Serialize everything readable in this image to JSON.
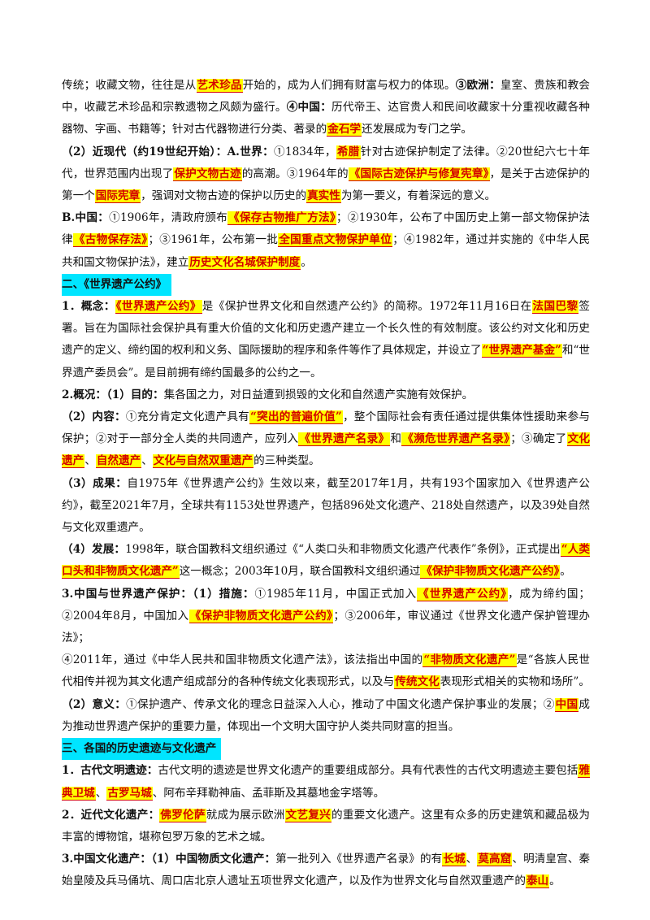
{
  "document": {
    "blocks": [
      {
        "kind": "p",
        "runs": [
          {
            "t": "传统；收藏文物，往往是从"
          },
          {
            "t": "艺术珍品",
            "s": "hl"
          },
          {
            "t": "开始的，成为人们拥有财富与权力的体现。"
          },
          {
            "t": "③欧洲：",
            "s": "b"
          },
          {
            "t": "皇室、贵族和教会中，收藏艺术珍品和宗教遗物之风颇为盛行。"
          },
          {
            "t": "④中国：",
            "s": "b"
          },
          {
            "t": "历代帝王、达官贵人和民间收藏家十分重视收藏各种器物、字画、书籍等；针对古代器物进行分类、著录的"
          },
          {
            "t": "金石学",
            "s": "hl"
          },
          {
            "t": "还发展成为专门之学。"
          }
        ]
      },
      {
        "kind": "p",
        "runs": [
          {
            "t": "（2）近现代（约19世纪开始）：A.世界：",
            "s": "b"
          },
          {
            "t": "①1834年，"
          },
          {
            "t": "希腊",
            "s": "hl"
          },
          {
            "t": "针对古迹保护制定了法律。②20世纪六七十年代，世界范围内出现了"
          },
          {
            "t": "保护文物古迹",
            "s": "hl"
          },
          {
            "t": "的高潮。③1964年的"
          },
          {
            "t": "《国际古迹保护与修复宪章》",
            "s": "hl"
          },
          {
            "t": "，是关于古迹保护的第一个"
          },
          {
            "t": "国际宪章",
            "s": "hl"
          },
          {
            "t": "，强调对文物古迹的保护以历史的"
          },
          {
            "t": "真实性",
            "s": "hl"
          },
          {
            "t": "为第一要义，有着深远的意义。"
          }
        ]
      },
      {
        "kind": "p",
        "runs": [
          {
            "t": "B.中国：",
            "s": "b"
          },
          {
            "t": "①1906年，清政府颁布"
          },
          {
            "t": "《保存古物推广方法》",
            "s": "hl"
          },
          {
            "t": "；②1930年，公布了中国历史上第一部文物保护法律"
          },
          {
            "t": "《古物保存法》",
            "s": "hl"
          },
          {
            "t": "；③1961年，公布第一批"
          },
          {
            "t": "全国重点文物保护单位",
            "s": "hl"
          },
          {
            "t": "；④1982年，通过并实施的《中华人民共和国文物保护法》，建立"
          },
          {
            "t": "历史文化名城保护制度",
            "s": "hl"
          },
          {
            "t": "。"
          }
        ]
      },
      {
        "kind": "h",
        "text": "二、《世界遗产公约》"
      },
      {
        "kind": "p",
        "runs": [
          {
            "t": "1．概念：",
            "s": "b"
          },
          {
            "t": "《世界遗产公约》",
            "s": "hl"
          },
          {
            "t": "是《保护世界文化和自然遗产公约》的简称。1972年11月16日在"
          },
          {
            "t": "法国巴黎",
            "s": "hl"
          },
          {
            "t": "签署。旨在为国际社会保护具有重大价值的文化和历史遗产建立一个长久性的有效制度。该公约对文化和历史遗产的定义、缔约国的权利和义务、国际援助的程序和条件等作了具体规定，并设立了"
          },
          {
            "t": "“世界遗产基金”",
            "s": "hl"
          },
          {
            "t": "和“世界遗产委员会”。是目前拥有缔约国最多的公约之一。"
          }
        ]
      },
      {
        "kind": "p",
        "runs": [
          {
            "t": "2.概况：（1）目的：",
            "s": "b"
          },
          {
            "t": "集各国之力，对日益遭到损毁的文化和自然遗产实施有效保护。"
          }
        ]
      },
      {
        "kind": "p",
        "runs": [
          {
            "t": "（2）内容：",
            "s": "b"
          },
          {
            "t": "①充分肯定文化遗产具有"
          },
          {
            "t": "“突出的普遍价值”",
            "s": "hl"
          },
          {
            "t": "，整个国际社会有责任通过提供集体性援助来参与保护；②对于一部分全人类的共同遗产，应列入"
          },
          {
            "t": "《世界遗产名录》",
            "s": "hl"
          },
          {
            "t": "和"
          },
          {
            "t": "《濒危世界遗产名录》",
            "s": "hl"
          },
          {
            "t": "；③确定了"
          },
          {
            "t": "文化遗产",
            "s": "hl"
          },
          {
            "t": "、"
          },
          {
            "t": "自然遗产",
            "s": "hl"
          },
          {
            "t": "、"
          },
          {
            "t": "文化与自然双重遗产",
            "s": "hl"
          },
          {
            "t": "的三种类型。"
          }
        ]
      },
      {
        "kind": "p",
        "runs": [
          {
            "t": "（3）成果：",
            "s": "b"
          },
          {
            "t": "自1975年《世界遗产公约》生效以来，截至2017年1月，共有193个国家加入《世界遗产公约》，截至2021年7月，全球共有1153处世界遗产，包括896处文化遗产、218处自然遗产，以及39处自然与文化双重遗产。"
          }
        ]
      },
      {
        "kind": "p",
        "runs": [
          {
            "t": "（4）发展：",
            "s": "b"
          },
          {
            "t": "1998年，联合国教科文组织通过《“人类口头和非物质文化遗产代表作”条例》，正式提出"
          },
          {
            "t": "“人类口头和非物质文化遗产”",
            "s": "hl"
          },
          {
            "t": "这一概念；2003年10月，联合国教科文组织通过"
          },
          {
            "t": "《保护非物质文化遗产公约》",
            "s": "hl"
          },
          {
            "t": "。"
          }
        ]
      },
      {
        "kind": "p",
        "runs": [
          {
            "t": "3.中国与世界遗产保护：（1）措施：",
            "s": "b"
          },
          {
            "t": "①1985年11月，中国正式加入"
          },
          {
            "t": "《世界遗产公约》",
            "s": "hl"
          },
          {
            "t": "，成为缔约国；②2004年8月，中国加入"
          },
          {
            "t": "《保护非物质文化遗产公约》",
            "s": "hl"
          },
          {
            "t": "；③2006年，审议通过《世界文化遗产保护管理办法》；"
          }
        ]
      },
      {
        "kind": "p",
        "runs": [
          {
            "t": "④2011年，通过《中华人民共和国非物质文化遗产法》，该法指出中国的"
          },
          {
            "t": "“非物质文化遗产”",
            "s": "hl"
          },
          {
            "t": "是“各族人民世代相传并视为其文化遗产组成部分的各种传统文化表现形式，以及与"
          },
          {
            "t": "传统文化",
            "s": "hl"
          },
          {
            "t": "表现形式相关的实物和场所”。"
          },
          {
            "t": "（2）意义：",
            "s": "b"
          },
          {
            "t": "①保护遗产、传承文化的理念日益深入人心，推动了中国文化遗产保护事业的发展；②"
          },
          {
            "t": "中国",
            "s": "hl"
          },
          {
            "t": "成为推动世界遗产保护的重要力量，体现出一个文明大国守护人类共同财富的担当。"
          }
        ]
      },
      {
        "kind": "h",
        "text": "三、各国的历史遗迹与文化遗产"
      },
      {
        "kind": "p",
        "runs": [
          {
            "t": "1．古代文明遗迹：",
            "s": "b"
          },
          {
            "t": "古代文明的遗迹是世界文化遗产的重要组成部分。具有代表性的古代文明遗迹主要包括"
          },
          {
            "t": "雅典卫城",
            "s": "hl"
          },
          {
            "t": "、"
          },
          {
            "t": "古罗马城",
            "s": "hl"
          },
          {
            "t": "、阿布辛拜勒神庙、孟菲斯及其墓地金字塔等。"
          }
        ]
      },
      {
        "kind": "p",
        "runs": [
          {
            "t": "2．近代文化遗产：",
            "s": "b"
          },
          {
            "t": "佛罗伦萨",
            "s": "hl"
          },
          {
            "t": "就成为展示欧洲"
          },
          {
            "t": "文艺复兴",
            "s": "hl"
          },
          {
            "t": "的重要文化遗产。这里有众多的历史建筑和藏品极为丰富的博物馆，堪称包罗万象的艺术之城。"
          }
        ]
      },
      {
        "kind": "p",
        "runs": [
          {
            "t": "3.中国文化遗产：（1）中国物质文化遗产：",
            "s": "b"
          },
          {
            "t": "第一批列入《世界遗产名录》的有"
          },
          {
            "t": "长城",
            "s": "hl"
          },
          {
            "t": "、"
          },
          {
            "t": "莫高窟",
            "s": "hl"
          },
          {
            "t": "、明清皇宫、秦始皇陵及兵马俑坑、周口店北京人遗址五项世界文化遗产，以及作为世界文化与自然双重遗产的"
          },
          {
            "t": "泰山",
            "s": "hl"
          },
          {
            "t": "。"
          }
        ]
      }
    ]
  }
}
